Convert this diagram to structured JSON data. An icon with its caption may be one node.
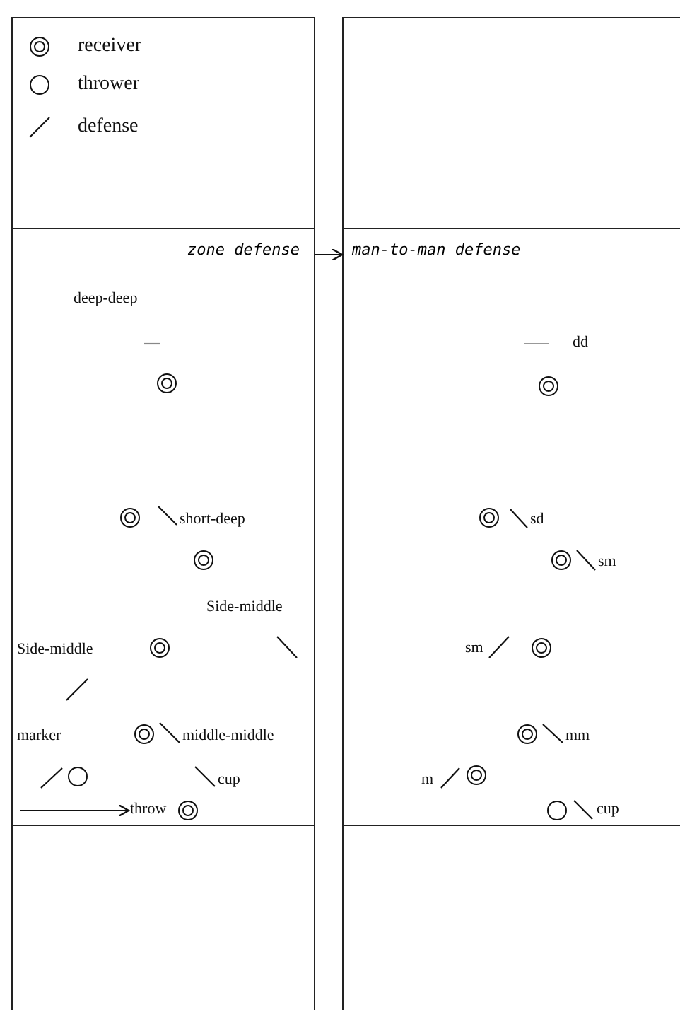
{
  "diagram": {
    "nodes": [
      {
        "text": [
          "zone defense"
        ]
      },
      {
        "text": [
          "man-to-man defense"
        ]
      },
      {
        "text": [
          "throw"
        ],
        "in": 0
      }
    ],
    "edges": [
      {
        "from": 0,
        "to": 1,
        "arrow": "to"
      },
      {
        "from": null,
        "to": 2,
        "arrow": "to"
      }
    ],
    "labels": [
      "deep-deep",
      "short-deep",
      "Side-middle",
      "Side-middle",
      "marker",
      "middle-middle",
      "cup",
      "dd",
      "sd",
      "sm",
      "sm",
      "mm",
      "m",
      "cup"
    ],
    "legend": [
      {
        "text": "receiver"
      },
      {
        "text": "thrower"
      },
      {
        "text": "defense"
      }
    ]
  }
}
